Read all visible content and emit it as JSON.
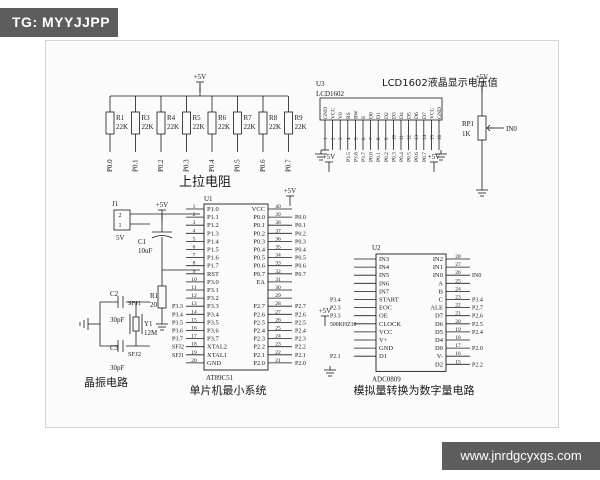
{
  "watermark": {
    "handle": "TG: MYYJJPP",
    "url": "www.jnrdgcyxgs.com"
  },
  "power": {
    "vcc": "+5V"
  },
  "pullup": {
    "title": "上拉电阻",
    "resistors": [
      {
        "ref": "R1",
        "val": "22K",
        "net": "P0.0"
      },
      {
        "ref": "R3",
        "val": "22K",
        "net": "P0.1"
      },
      {
        "ref": "R4",
        "val": "22K",
        "net": "P0.2"
      },
      {
        "ref": "R5",
        "val": "22K",
        "net": "P0.3"
      },
      {
        "ref": "R6",
        "val": "22K",
        "net": "P0.4"
      },
      {
        "ref": "R7",
        "val": "22K",
        "net": "P0.5"
      },
      {
        "ref": "R8",
        "val": "22K",
        "net": "P0.6"
      },
      {
        "ref": "R9",
        "val": "22K",
        "net": "P0.7"
      }
    ]
  },
  "lcd": {
    "ref": "U3",
    "part": "LCD1602",
    "title": "LCD1602液晶显示电压值",
    "pins": [
      "GND",
      "VCC",
      "V0",
      "RS",
      "RW",
      "E",
      "D0",
      "D1",
      "D2",
      "D3",
      "D4",
      "D5",
      "D6",
      "D7",
      "VCC",
      "GND"
    ],
    "nets": [
      "",
      "",
      "",
      "P3.5",
      "P3.6",
      "P3.7",
      "P0.0",
      "P0.1",
      "P0.2",
      "P0.3",
      "P0.4",
      "P0.5",
      "P0.6",
      "P0.7",
      "",
      ""
    ]
  },
  "pot": {
    "ref": "RP1",
    "val": "1K",
    "net": "IN0"
  },
  "power_conn": {
    "ref": "J1",
    "pins": [
      "2",
      "1"
    ],
    "label": "5V"
  },
  "cap": {
    "ref": "C1",
    "val": "10uF"
  },
  "reset_res": {
    "ref": "R1",
    "val": "20"
  },
  "crystal": {
    "title": "晶振电路",
    "c2": {
      "ref": "C2",
      "val": "30pF"
    },
    "c3": {
      "ref": "C3",
      "val": "30pF"
    },
    "y1": {
      "ref": "Y1",
      "val": "12M"
    },
    "net1": "SFJ1",
    "net2": "SFJ2"
  },
  "mcu": {
    "ref": "U1",
    "part": "AT89C51",
    "title": "单片机最小系统",
    "left": [
      {
        "name": "P1.0",
        "num": "1",
        "net": ""
      },
      {
        "name": "P1.1",
        "num": "2",
        "net": ""
      },
      {
        "name": "P1.2",
        "num": "3",
        "net": ""
      },
      {
        "name": "P1.3",
        "num": "4",
        "net": ""
      },
      {
        "name": "P1.4",
        "num": "5",
        "net": ""
      },
      {
        "name": "P1.5",
        "num": "6",
        "net": ""
      },
      {
        "name": "P1.6",
        "num": "7",
        "net": ""
      },
      {
        "name": "P1.7",
        "num": "8",
        "net": ""
      },
      {
        "name": "RST",
        "num": "9",
        "net": ""
      },
      {
        "name": "P3.0",
        "num": "10",
        "net": ""
      },
      {
        "name": "P3.1",
        "num": "11",
        "net": ""
      },
      {
        "name": "P3.2",
        "num": "12",
        "net": ""
      },
      {
        "name": "P3.3",
        "num": "13",
        "net": "P3.3"
      },
      {
        "name": "P3.4",
        "num": "14",
        "net": "P3.4"
      },
      {
        "name": "P3.5",
        "num": "15",
        "net": "P3.5"
      },
      {
        "name": "P3.6",
        "num": "16",
        "net": "P3.6"
      },
      {
        "name": "P3.7",
        "num": "17",
        "net": "P3.7"
      },
      {
        "name": "XTAL2",
        "num": "18",
        "net": "SFJ2"
      },
      {
        "name": "XTAL1",
        "num": "19",
        "net": "SFJ1"
      },
      {
        "name": "GND",
        "num": "20",
        "net": ""
      }
    ],
    "right": [
      {
        "name": "VCC",
        "num": "40",
        "net": ""
      },
      {
        "name": "P0.0",
        "num": "39",
        "net": "P0.0"
      },
      {
        "name": "P0.1",
        "num": "38",
        "net": "P0.1"
      },
      {
        "name": "P0.2",
        "num": "37",
        "net": "P0.2"
      },
      {
        "name": "P0.3",
        "num": "36",
        "net": "P0.3"
      },
      {
        "name": "P0.4",
        "num": "35",
        "net": "P0.4"
      },
      {
        "name": "P0.5",
        "num": "34",
        "net": "P0.5"
      },
      {
        "name": "P0.6",
        "num": "33",
        "net": "P0.6"
      },
      {
        "name": "P0.7",
        "num": "32",
        "net": "P0.7"
      },
      {
        "name": "EA",
        "num": "31",
        "net": ""
      },
      {
        "name": "",
        "num": "30",
        "net": ""
      },
      {
        "name": "",
        "num": "29",
        "net": ""
      },
      {
        "name": "P2.7",
        "num": "28",
        "net": "P2.7"
      },
      {
        "name": "P2.6",
        "num": "27",
        "net": "P2.6"
      },
      {
        "name": "P2.5",
        "num": "26",
        "net": "P2.5"
      },
      {
        "name": "P2.4",
        "num": "25",
        "net": "P2.4"
      },
      {
        "name": "P2.3",
        "num": "24",
        "net": "P2.3"
      },
      {
        "name": "P2.2",
        "num": "23",
        "net": "P2.2"
      },
      {
        "name": "P2.1",
        "num": "22",
        "net": "P2.1"
      },
      {
        "name": "P2.0",
        "num": "21",
        "net": "P2.0"
      }
    ]
  },
  "adc": {
    "ref": "U2",
    "part": "ADC0809",
    "title": "模拟量转换为数字量电路",
    "left": [
      {
        "name": "IN3",
        "net": ""
      },
      {
        "name": "IN4",
        "net": ""
      },
      {
        "name": "IN5",
        "net": ""
      },
      {
        "name": "IN6",
        "net": ""
      },
      {
        "name": "IN7",
        "net": ""
      },
      {
        "name": "START",
        "net": "P3.4"
      },
      {
        "name": "EOC",
        "net": "P2.3"
      },
      {
        "name": "OE",
        "net": "P3.3"
      },
      {
        "name": "CLOCK",
        "net": "500KHZ10"
      },
      {
        "name": "VCC",
        "net": ""
      },
      {
        "name": "V+",
        "net": ""
      },
      {
        "name": "GND",
        "net": ""
      },
      {
        "name": "D1",
        "net": "P2.1"
      }
    ],
    "right": [
      {
        "name": "IN2",
        "num": "28",
        "net": ""
      },
      {
        "name": "IN1",
        "num": "27",
        "net": ""
      },
      {
        "name": "IN0",
        "num": "26",
        "net": "IN0"
      },
      {
        "name": "A",
        "num": "25",
        "net": ""
      },
      {
        "name": "B",
        "num": "24",
        "net": ""
      },
      {
        "name": "C",
        "num": "23",
        "net": "P3.4"
      },
      {
        "name": "ALE",
        "num": "22",
        "net": "P2.7"
      },
      {
        "name": "D7",
        "num": "21",
        "net": "P2.6"
      },
      {
        "name": "D6",
        "num": "20",
        "net": "P2.5"
      },
      {
        "name": "D5",
        "num": "19",
        "net": "P2.4"
      },
      {
        "name": "D4",
        "num": "18",
        "net": ""
      },
      {
        "name": "D0",
        "num": "17",
        "net": "P2.0"
      },
      {
        "name": "V-",
        "num": "16",
        "net": ""
      },
      {
        "name": "D2",
        "num": "15",
        "net": "P2.2"
      }
    ]
  }
}
